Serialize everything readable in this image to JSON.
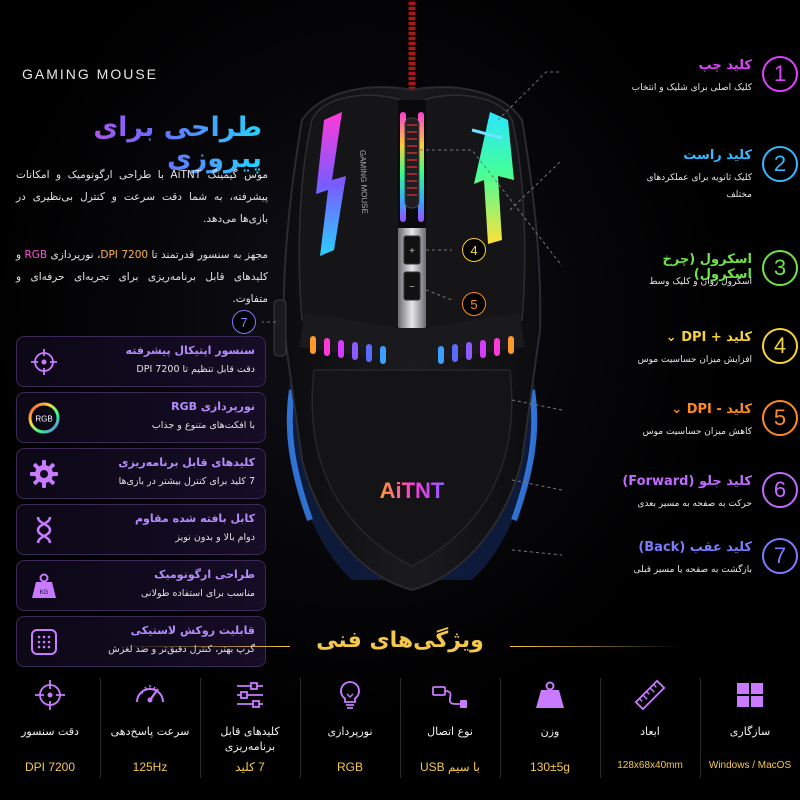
{
  "brand": "GAMING MOUSE",
  "headline": "طراحی برای پیروزی",
  "intro_p1": "موس گیمینگ AiTNT با طراحی ارگونومیک و امکانات پیشرفته، به شما دقت سرعت و کنترل بی‌نظیری در بازی‌ها می‌دهد.",
  "intro_p2_pre": "مجهز به سنسور قدرتمند تا ",
  "intro_p2_dpi": "7200 DPI",
  "intro_p2_mid": "، نورپردازی ",
  "intro_p2_rgb": "RGB",
  "intro_p2_post": " و کلیدهای قابل برنامه‌ریزی برای تجربه‌ای حرفه‌ای و متفاوت.",
  "mouse_logo": "AiTNT",
  "mouse_side_text": "GAMING MOUSE",
  "features": [
    {
      "title": "سنسور اپتیکال پیشرفته",
      "desc": "دقت قابل تنظیم تا 7200 DPI",
      "icon": "crosshair-icon"
    },
    {
      "title": "نورپردازی RGB",
      "desc": "با افکت‌های متنوع و جذاب",
      "icon": "rgb-icon",
      "icon_text": "RGB"
    },
    {
      "title": "کلیدهای قابل برنامه‌ریزی",
      "desc": "7 کلید برای کنترل بیشتر در بازی‌ها",
      "icon": "gear-icon"
    },
    {
      "title": "کابل بافته شده مقاوم",
      "desc": "دوام بالا و بدون نویز",
      "icon": "braided-cable-icon"
    },
    {
      "title": "طراحی ارگونومیک",
      "desc": "مناسب برای استفاده طولانی",
      "icon": "weight-icon"
    },
    {
      "title": "قابلیت روکش لاستیکی",
      "desc": "گرپ بهتر، کنترل دقیق‌تر و ضد لغزش",
      "icon": "grip-pad-icon"
    }
  ],
  "callouts": [
    {
      "num": "1",
      "title": "کلید چپ",
      "desc": "کلیک اصلی برای شلیک و انتخاب",
      "color": "#e040ff"
    },
    {
      "num": "2",
      "title": "کلید راست",
      "desc": "کلیک ثانویه برای عملکردهای مختلف",
      "color": "#36b8ff"
    },
    {
      "num": "3",
      "title": "اسکرول (چرخ اسکرول)",
      "desc": "اسکرول روان و کلیک وسط",
      "color": "#6fe34a"
    },
    {
      "num": "4",
      "title": "کلید + DPI ⌄",
      "desc": "افزایش میزان حساسیت موس",
      "color": "#f6d23a"
    },
    {
      "num": "5",
      "title": "کلید - DPI ⌄",
      "desc": "کاهش میزان حساسیت موس",
      "color": "#ff8a1f"
    },
    {
      "num": "6",
      "title": "کلید جلو (Forward)",
      "desc": "حرکت به صفحه به مسیر بعدی",
      "color": "#c06bff"
    },
    {
      "num": "7",
      "title": "کلید عقب (Back)",
      "desc": "بازگشت به صفحه یا مسیر قبلی",
      "color": "#7a7bff"
    }
  ],
  "mini_labels": {
    "four": "4",
    "five": "5",
    "seven": "7"
  },
  "specs_title": "ویژگی‌های فنی",
  "specs": [
    {
      "label": "دقت سنسور",
      "value": "7200 DPI",
      "icon": "crosshair-icon"
    },
    {
      "label": "سرعت پاسخ‌دهی",
      "value": "125Hz",
      "icon": "speedometer-icon"
    },
    {
      "label": "کلیدهای قابل برنامه‌ریزی",
      "value": "7 کلید",
      "icon": "sliders-icon"
    },
    {
      "label": "نورپردازی",
      "value": "RGB",
      "icon": "lightbulb-icon"
    },
    {
      "label": "نوع اتصال",
      "value": "با سیم USB",
      "icon": "usb-cable-icon"
    },
    {
      "label": "وزن",
      "value": "130±5g",
      "icon": "weight-icon"
    },
    {
      "label": "ابعاد",
      "value": "128x68x40mm",
      "icon": "ruler-icon"
    },
    {
      "label": "سازگاری",
      "value": "Windows / MacOS",
      "icon": "windows-icon"
    }
  ],
  "colors": {
    "accent_gold": "#f4c84a",
    "accent_purple": "#b68cff",
    "background": "#000000"
  }
}
